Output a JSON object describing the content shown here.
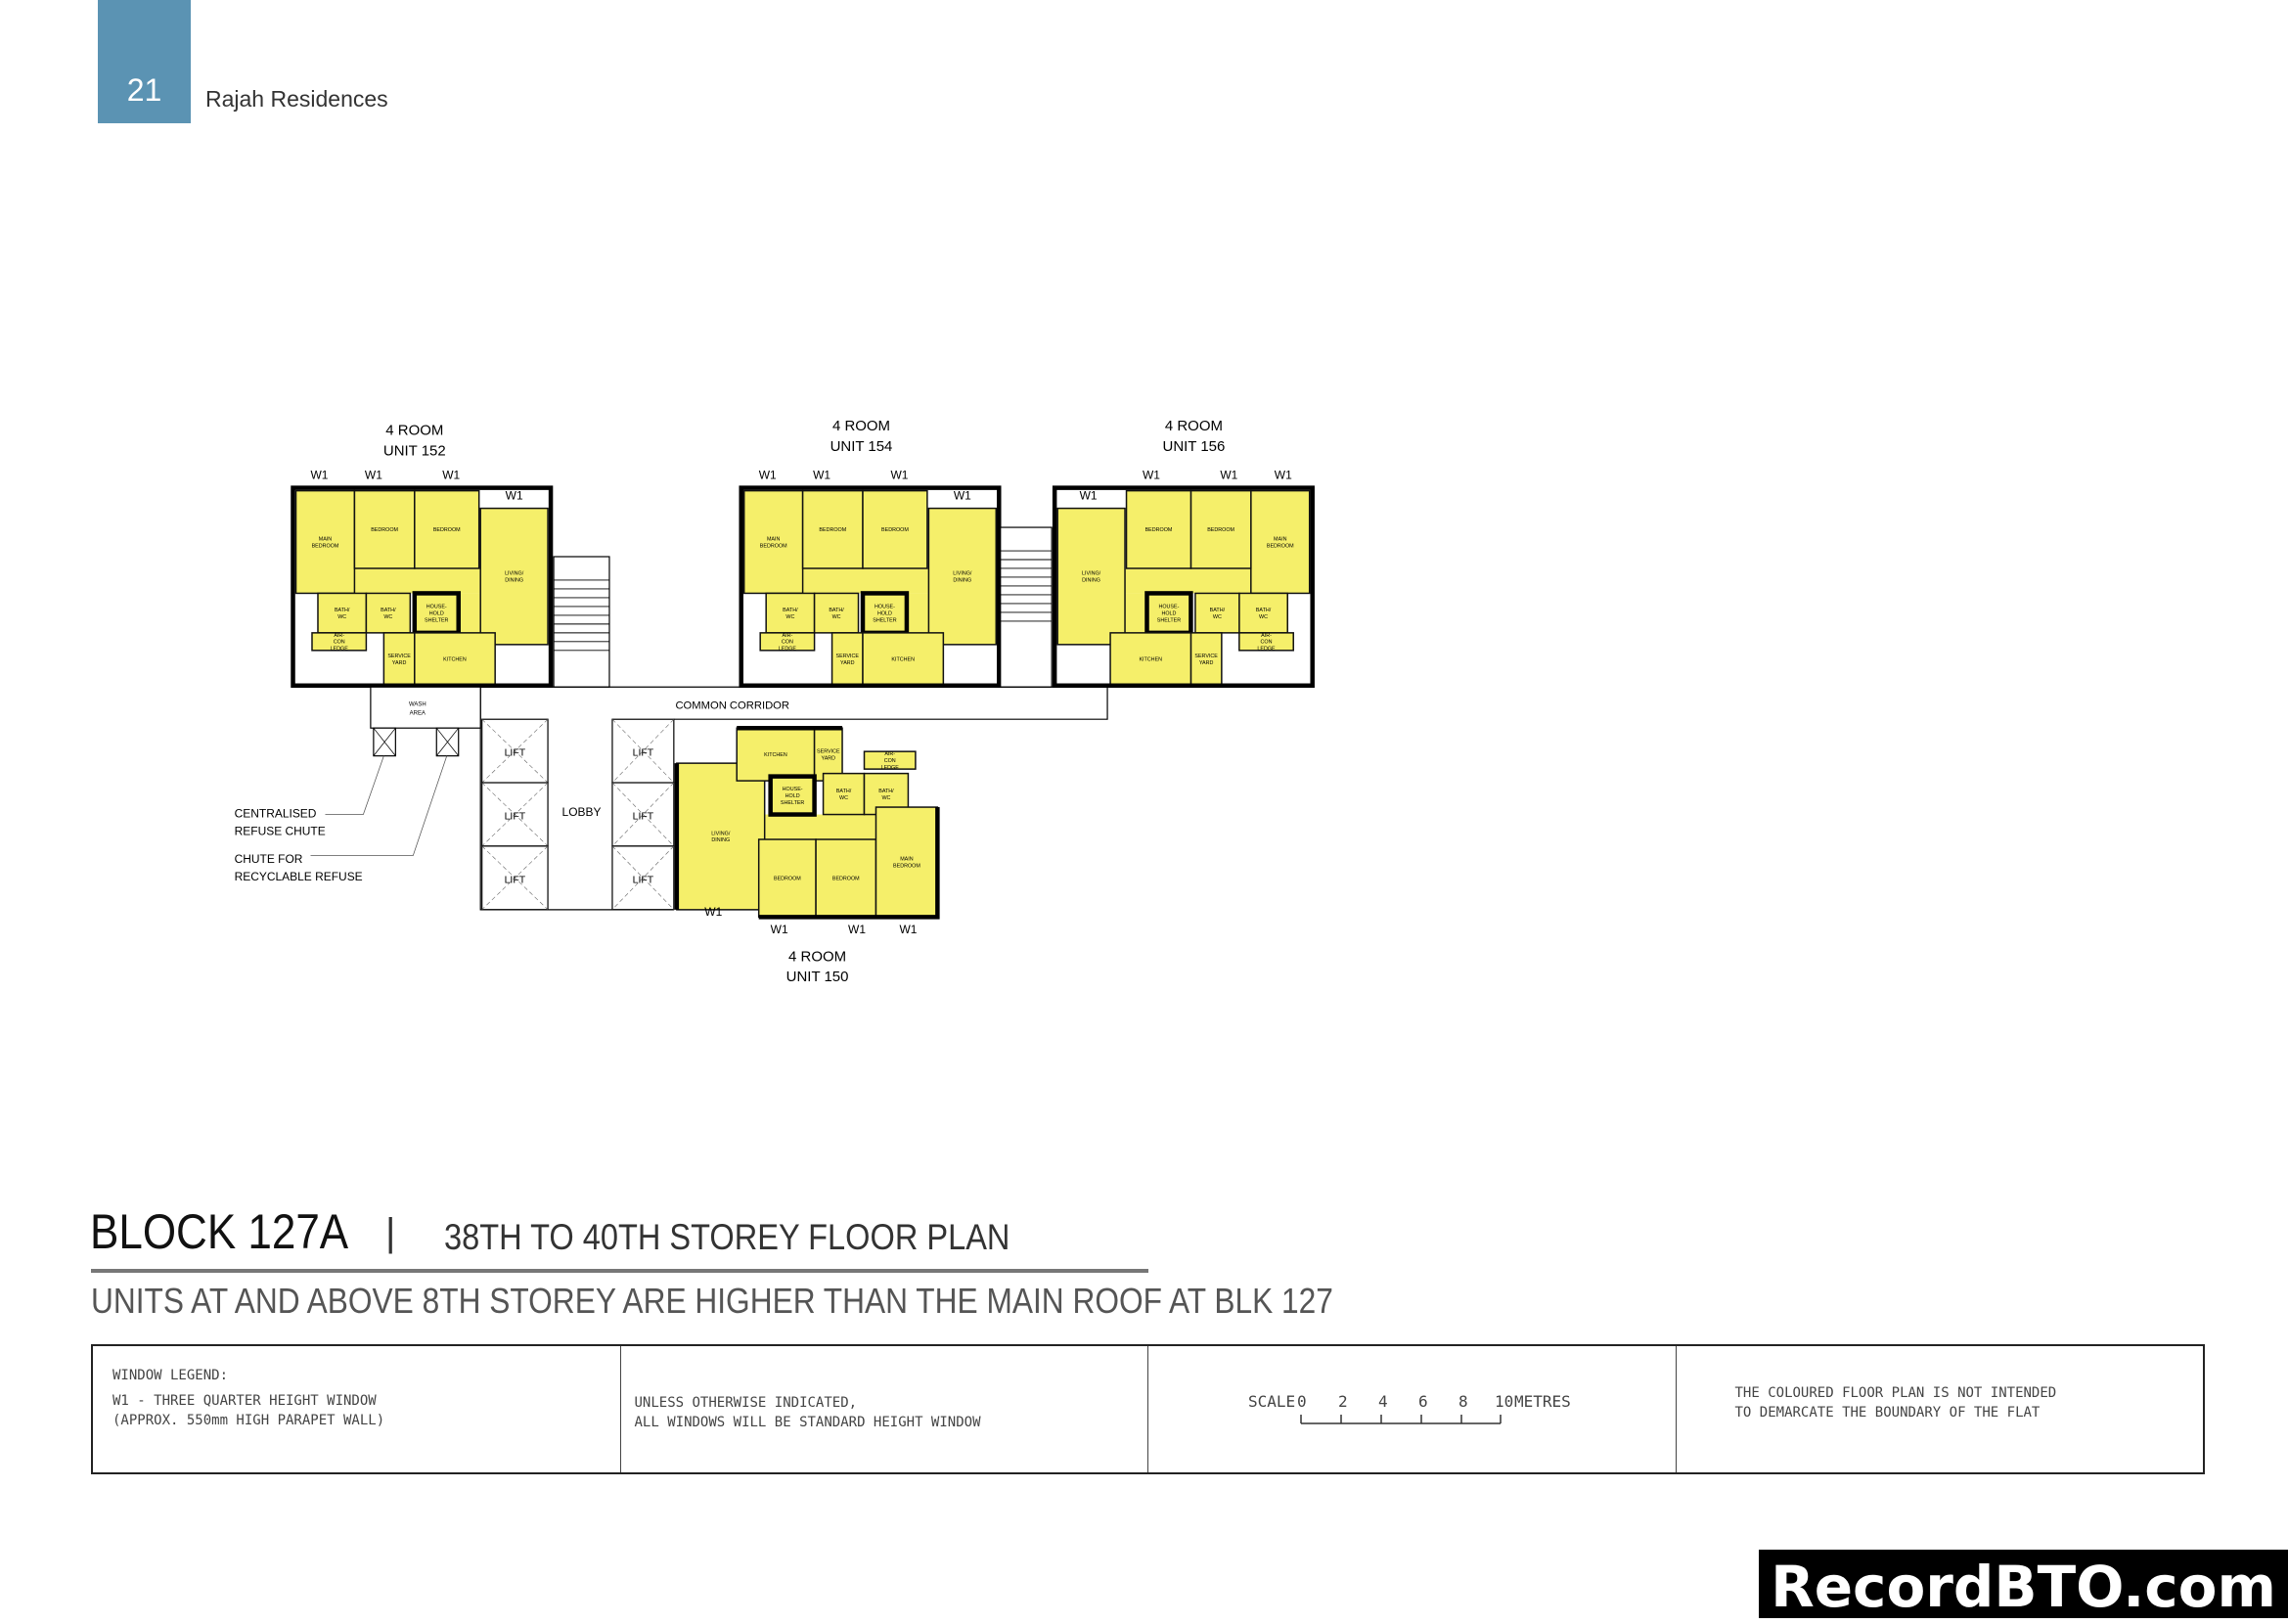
{
  "header": {
    "page_number": "21",
    "document_title": "Rajah Residences",
    "accent_color": "#5b93b3"
  },
  "plan": {
    "units": [
      {
        "type": "4 ROOM",
        "unit": "UNIT 152"
      },
      {
        "type": "4 ROOM",
        "unit": "UNIT 154"
      },
      {
        "type": "4 ROOM",
        "unit": "UNIT 156"
      },
      {
        "type": "4 ROOM",
        "unit": "UNIT 150"
      }
    ],
    "rooms": {
      "main_bedroom": "MAIN BEDROOM",
      "bedroom": "BEDROOM",
      "living": "LIVING/ DINING",
      "bath": "BATH/ WC",
      "shelter": "HOUSE-HOLD SHELTER",
      "kitchen": "KITCHEN",
      "service_yard": "SERVICE YARD",
      "aircon": "AIR-CON LEDGE"
    },
    "window_label": "W1",
    "common": {
      "corridor": "COMMON CORRIDOR",
      "lobby": "LOBBY",
      "lift": "LIFT",
      "wash_area": "WASH AREA",
      "refuse_chute_1": "CENTRALISED",
      "refuse_chute_2": "REFUSE CHUTE",
      "recycle_chute_1": "CHUTE FOR",
      "recycle_chute_2": "RECYCLABLE REFUSE"
    },
    "unit_color": "#f5ef6a"
  },
  "title": {
    "block": "BLOCK 127A",
    "separator": "|",
    "storey": "38TH TO 40TH STOREY FLOOR PLAN",
    "note": "UNITS AT AND ABOVE 8TH STOREY ARE HIGHER THAN THE MAIN ROOF AT BLK 127"
  },
  "legend": {
    "window_heading": "WINDOW LEGEND:",
    "window_line1": "W1 - THREE QUARTER HEIGHT WINDOW",
    "window_line2": "(APPROX. 550mm HIGH PARAPET WALL)",
    "standard_line1": "UNLESS OTHERWISE INDICATED,",
    "standard_line2": "ALL WINDOWS WILL BE STANDARD HEIGHT WINDOW",
    "scale_label": "SCALE",
    "scale_ticks": [
      "0",
      "2",
      "4",
      "6",
      "8",
      "10"
    ],
    "scale_unit": "METRES",
    "disclaimer_line1": "THE COLOURED FLOOR PLAN IS NOT INTENDED",
    "disclaimer_line2": "TO DEMARCATE THE BOUNDARY OF THE FLAT"
  },
  "watermark": "RecordBTO.com"
}
